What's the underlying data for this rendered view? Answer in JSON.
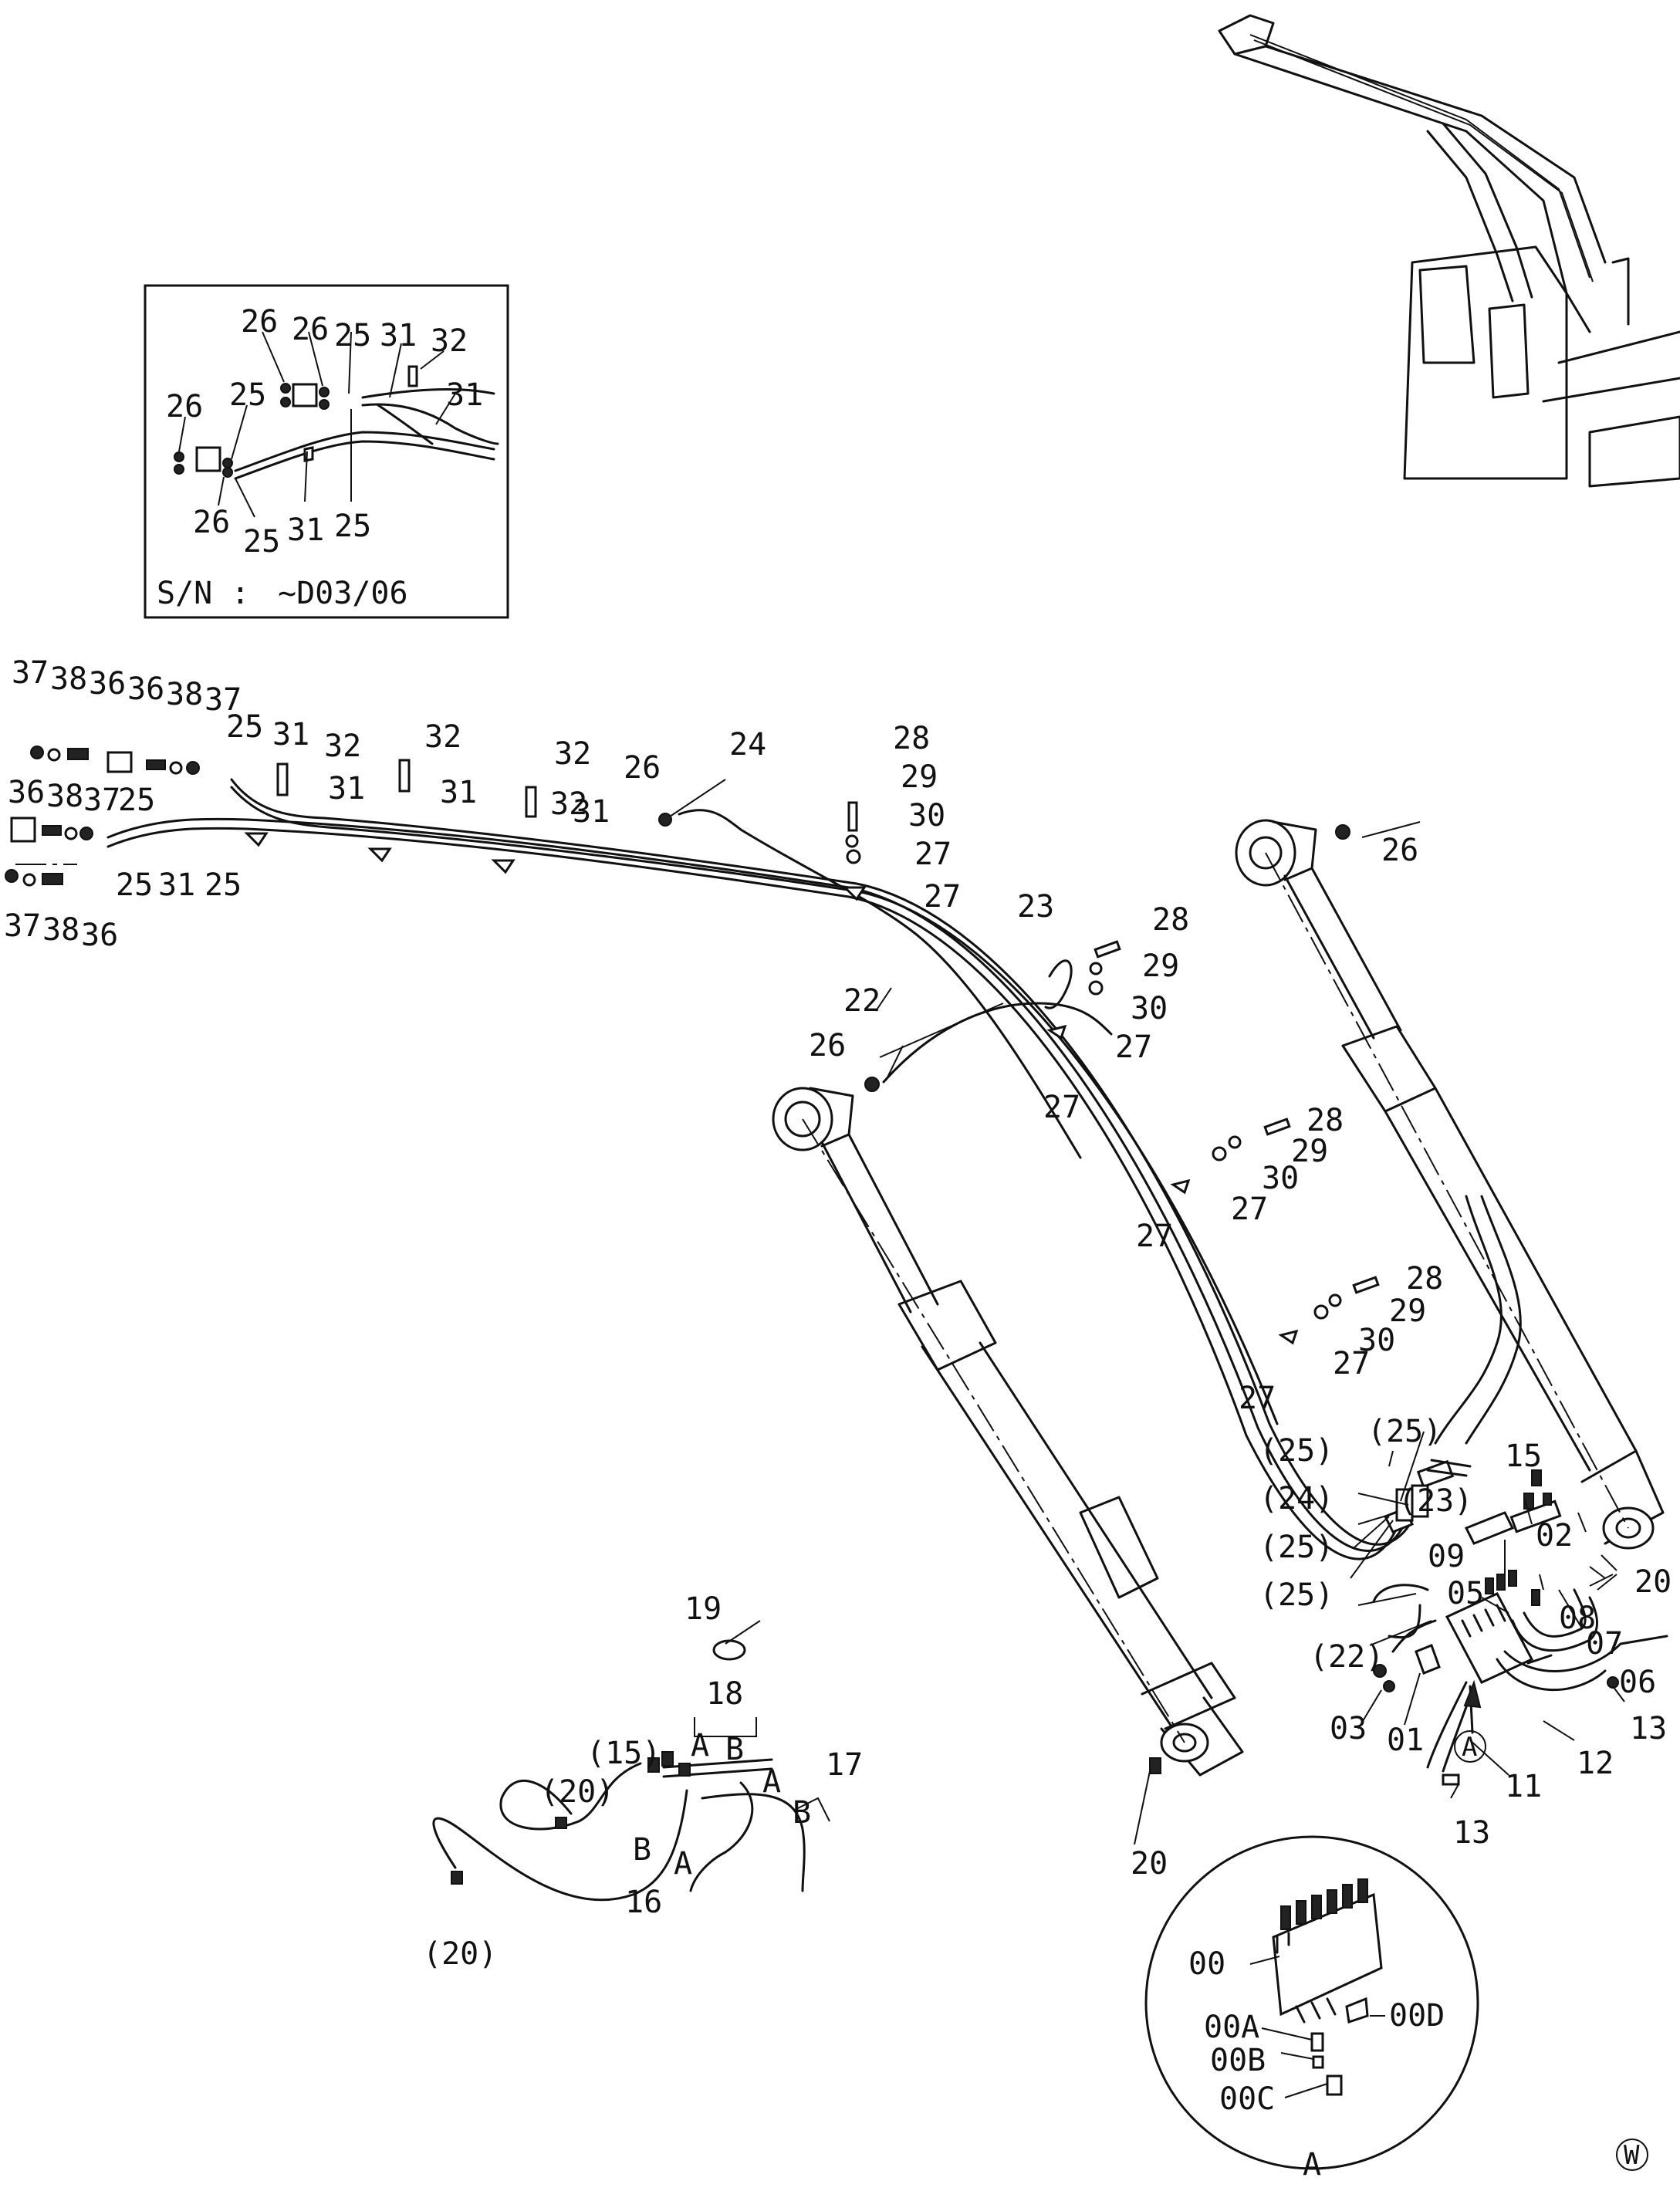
{
  "inset": {
    "serial_label": "S/N :",
    "serial_value": "~D03/06",
    "labels": [
      "26",
      "26",
      "25",
      "31",
      "32",
      "31",
      "26",
      "25",
      "26",
      "25",
      "31",
      "25",
      "25"
    ]
  },
  "callouts": {
    "boom_end": [
      "37",
      "38",
      "36",
      "36",
      "38",
      "37",
      "25",
      "31",
      "32",
      "36",
      "38",
      "37",
      "25",
      "25",
      "31",
      "25",
      "37",
      "38",
      "36"
    ],
    "boom": [
      "32",
      "31",
      "32",
      "31",
      "32",
      "31",
      "26",
      "24",
      "28",
      "29",
      "30",
      "27",
      "27"
    ],
    "cylinder_left": [
      "23",
      "28",
      "29",
      "30",
      "27",
      "22",
      "26",
      "27",
      "28",
      "29",
      "30",
      "27",
      "27",
      "28",
      "29",
      "30",
      "27",
      "27"
    ],
    "cylinder_right": [
      "26"
    ],
    "valve_area": [
      "(25)",
      "(25)",
      "(24)",
      "(23)",
      "(25)",
      "(25)",
      "15",
      "09",
      "02",
      "20",
      "05",
      "08",
      "07",
      "06",
      "(22)",
      "03",
      "01",
      "13",
      "12",
      "11",
      "13",
      "20"
    ],
    "loose_parts": [
      "19",
      "18",
      "(15)",
      "17",
      "(20)",
      "16",
      "(20)"
    ],
    "hose_marks": [
      "A",
      "B",
      "A",
      "B",
      "B",
      "A"
    ],
    "detail_a": [
      "00",
      "00A",
      "00D",
      "00B",
      "00C",
      "A"
    ],
    "detail_marker": "A",
    "corner_mark": "W"
  }
}
